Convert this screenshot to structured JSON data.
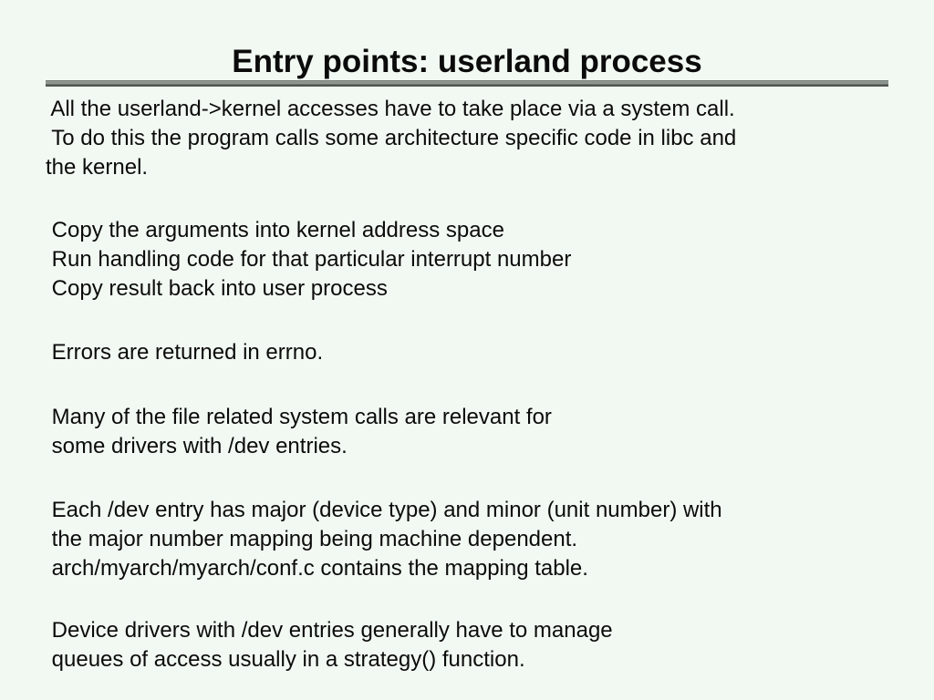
{
  "slide": {
    "title": "Entry points: userland process",
    "colors": {
      "background": "#f2f9f2",
      "text": "#0b0b0b",
      "divider_top": "#777e77",
      "divider_main": "#8e958e",
      "divider_bottom": "#4e544e"
    },
    "paragraphs": [
      {
        "lines": [
          " All the userland->kernel accesses have to take place via a system call.",
          " To do this the program calls some architecture specific code in libc and",
          "the kernel."
        ]
      },
      {
        "lines": [
          " Copy the arguments into kernel address space",
          " Run handling code for that particular interrupt number",
          " Copy result back into user process"
        ]
      },
      {
        "lines": [
          " Errors are returned in errno."
        ]
      },
      {
        "lines": [
          " Many of the file related system calls are relevant for",
          " some drivers with /dev entries."
        ]
      },
      {
        "lines": [
          " Each /dev entry has major (device type) and minor (unit number) with",
          " the major number mapping being machine dependent.",
          " arch/myarch/myarch/conf.c contains the mapping table."
        ]
      },
      {
        "lines": [
          " Device drivers with /dev entries generally have to manage",
          " queues of access usually in a strategy() function."
        ]
      }
    ]
  }
}
